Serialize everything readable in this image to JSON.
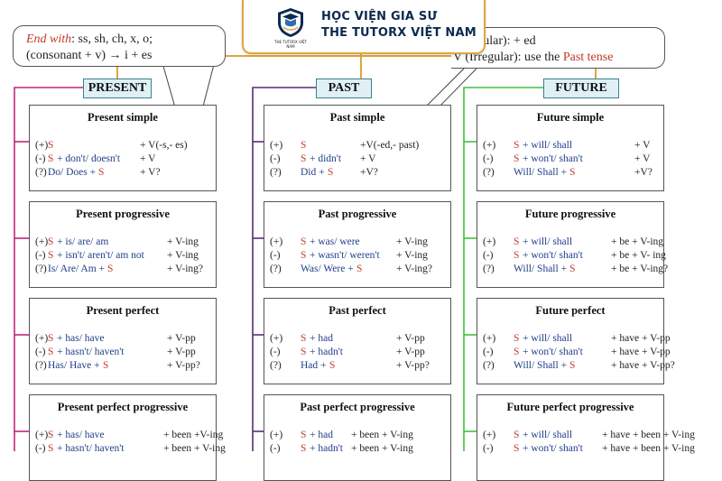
{
  "logo": {
    "emblem_icon": "shield-graduation-icon",
    "tiny_text": "THE TUTORX VIỆT NAM",
    "line1": "HỌC VIỆN GIA SƯ",
    "line2": "THE TUTORX VIỆT NAM",
    "brand_color": "#0d2a4f",
    "accent_color": "#e0a63a"
  },
  "notes": {
    "left_prefix": "End with",
    "left_line1_rest": ": ss, sh, ch, x, o;",
    "left_line2": "(consonant + v) → i + es",
    "right_line1": "(Regular): + ed",
    "right_line2_prefix": "V (Irregular): use the ",
    "right_line2_em": "Past tense"
  },
  "columns": [
    {
      "header": "PRESENT",
      "color": "#c2257a",
      "cards": [
        {
          "title": "Present simple",
          "rows": [
            {
              "sign": "(+)",
              "subject": "S",
              "aux": "",
              "verb": "+ V(-s,- es)"
            },
            {
              "sign": "(-)",
              "subject": "S",
              "aux": "+ don't/ doesn't",
              "verb": "+ V"
            },
            {
              "sign": "(?)",
              "subject": "S",
              "aux": "Do/ Does +",
              "verb": "+ V?"
            }
          ]
        },
        {
          "title": "Present progressive",
          "rows": [
            {
              "sign": "(+)",
              "subject": "S",
              "aux": "+ is/ are/ am",
              "verb": "+ V-ing"
            },
            {
              "sign": "(-)",
              "subject": "S",
              "aux": "+ isn't/ aren't/ am not",
              "verb": "+ V-ing"
            },
            {
              "sign": "(?)",
              "subject": "S",
              "aux": "Is/ Are/ Am +",
              "verb": "+ V-ing?"
            }
          ]
        },
        {
          "title": "Present perfect",
          "rows": [
            {
              "sign": "(+)",
              "subject": "S",
              "aux": "+ has/ have",
              "verb": "+ V-pp"
            },
            {
              "sign": "(-)",
              "subject": "S",
              "aux": "+ hasn't/ haven't",
              "verb": "+ V-pp"
            },
            {
              "sign": "(?)",
              "subject": "S",
              "aux": "Has/ Have +",
              "verb": "+ V-pp?"
            }
          ]
        },
        {
          "title": "Present perfect progressive",
          "rows": [
            {
              "sign": "(+)",
              "subject": "S",
              "aux": "+ has/ have",
              "verb": "+ been +V-ing"
            },
            {
              "sign": "(-)",
              "subject": "S",
              "aux": "+ hasn't/ haven't",
              "verb": "+ been + V-ing"
            }
          ]
        }
      ]
    },
    {
      "header": "PAST",
      "color": "#5a2a7a",
      "cards": [
        {
          "title": "Past simple",
          "rows": [
            {
              "sign": "(+)",
              "subject": "S",
              "aux": "",
              "verb": "+V(-ed,- past)"
            },
            {
              "sign": "(-)",
              "subject": "S",
              "aux": "+ didn't",
              "verb": "+ V"
            },
            {
              "sign": "(?)",
              "subject": "S",
              "aux": "Did +",
              "verb": "+V?"
            }
          ]
        },
        {
          "title": "Past progressive",
          "rows": [
            {
              "sign": "(+)",
              "subject": "S",
              "aux": "+ was/ were",
              "verb": "+ V-ing"
            },
            {
              "sign": "(-)",
              "subject": "S",
              "aux": "+ wasn't/ weren't",
              "verb": "+ V-ing"
            },
            {
              "sign": "(?)",
              "subject": "S",
              "aux": "Was/ Were +",
              "verb": "+ V-ing?"
            }
          ]
        },
        {
          "title": "Past perfect",
          "rows": [
            {
              "sign": "(+)",
              "subject": "S",
              "aux": "+ had",
              "verb": "+ V-pp"
            },
            {
              "sign": "(-)",
              "subject": "S",
              "aux": "+ hadn't",
              "verb": "+ V-pp"
            },
            {
              "sign": "(?)",
              "subject": "S",
              "aux": "Had +",
              "verb": "+ V-pp?"
            }
          ]
        },
        {
          "title": "Past perfect progressive",
          "rows": [
            {
              "sign": "(+)",
              "subject": "S",
              "aux": "+ had",
              "verb": "+ been + V-ing"
            },
            {
              "sign": "(-)",
              "subject": "S",
              "aux": "+ hadn't",
              "verb": "+ been + V-ing"
            }
          ]
        }
      ]
    },
    {
      "header": "FUTURE",
      "color": "#3cc43c",
      "cards": [
        {
          "title": "Future simple",
          "rows": [
            {
              "sign": "(+)",
              "subject": "S",
              "aux": "+ will/ shall",
              "verb": "+ V"
            },
            {
              "sign": "(-)",
              "subject": "S",
              "aux": "+ won't/ shan't",
              "verb": "+ V"
            },
            {
              "sign": "(?)",
              "subject": "S",
              "aux": "Will/ Shall +",
              "verb": "+V?"
            }
          ]
        },
        {
          "title": "Future progressive",
          "rows": [
            {
              "sign": "(+)",
              "subject": "S",
              "aux": "+ will/ shall",
              "verb": "+ be + V-ing"
            },
            {
              "sign": "(-)",
              "subject": "S",
              "aux": "+ won't/ shan't",
              "verb": "+ be + V- ing"
            },
            {
              "sign": "(?)",
              "subject": "S",
              "aux": "Will/ Shall +",
              "verb": "+ be + V-ing?"
            }
          ]
        },
        {
          "title": "Future perfect",
          "rows": [
            {
              "sign": "(+)",
              "subject": "S",
              "aux": "+ will/ shall",
              "verb": "+ have + V-pp"
            },
            {
              "sign": "(-)",
              "subject": "S",
              "aux": "+ won't/ shan't",
              "verb": "+ have + V-pp"
            },
            {
              "sign": "(?)",
              "subject": "S",
              "aux": "Will/ Shall +",
              "verb": "+ have + V-pp?"
            }
          ]
        },
        {
          "title": "Future perfect progressive",
          "rows": [
            {
              "sign": "(+)",
              "subject": "S",
              "aux": "+ will/ shall",
              "verb": "+ have + been + V-ing"
            },
            {
              "sign": "(-)",
              "subject": "S",
              "aux": "+ won't/ shan't",
              "verb": "+ have + been + V-ing"
            }
          ]
        }
      ]
    }
  ]
}
